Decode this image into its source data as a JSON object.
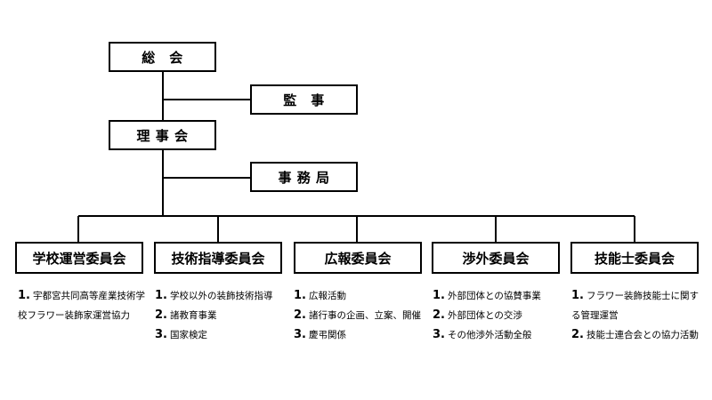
{
  "org": {
    "general_assembly": "総　会",
    "auditor": "監　事",
    "board": "理 事 会",
    "secretariat": "事 務 局"
  },
  "committees": [
    {
      "name": "学校運営委員会",
      "duties": [
        {
          "num": "1.",
          "text": "宇都宮共同高等産業技術学校フラワー装飾家運営協力"
        }
      ]
    },
    {
      "name": "技術指導委員会",
      "duties": [
        {
          "num": "1.",
          "text": "学校以外の装飾技術指導"
        },
        {
          "num": "2.",
          "text": "諸教育事業"
        },
        {
          "num": "3.",
          "text": "国家検定"
        }
      ]
    },
    {
      "name": "広報委員会",
      "duties": [
        {
          "num": "1.",
          "text": "広報活動"
        },
        {
          "num": "2.",
          "text": "諸行事の企画、立案、開催"
        },
        {
          "num": "3.",
          "text": "慶弔関係"
        }
      ]
    },
    {
      "name": "渉外委員会",
      "duties": [
        {
          "num": "1.",
          "text": "外部団体との協賛事業"
        },
        {
          "num": "2.",
          "text": "外部団体との交渉"
        },
        {
          "num": "3.",
          "text": "その他渉外活動全般"
        }
      ]
    },
    {
      "name": "技能士委員会",
      "duties": [
        {
          "num": "1.",
          "text": "フラワー装飾技能士に関する管理運営"
        },
        {
          "num": "2.",
          "text": "技能士連合会との協力活動"
        }
      ]
    }
  ]
}
